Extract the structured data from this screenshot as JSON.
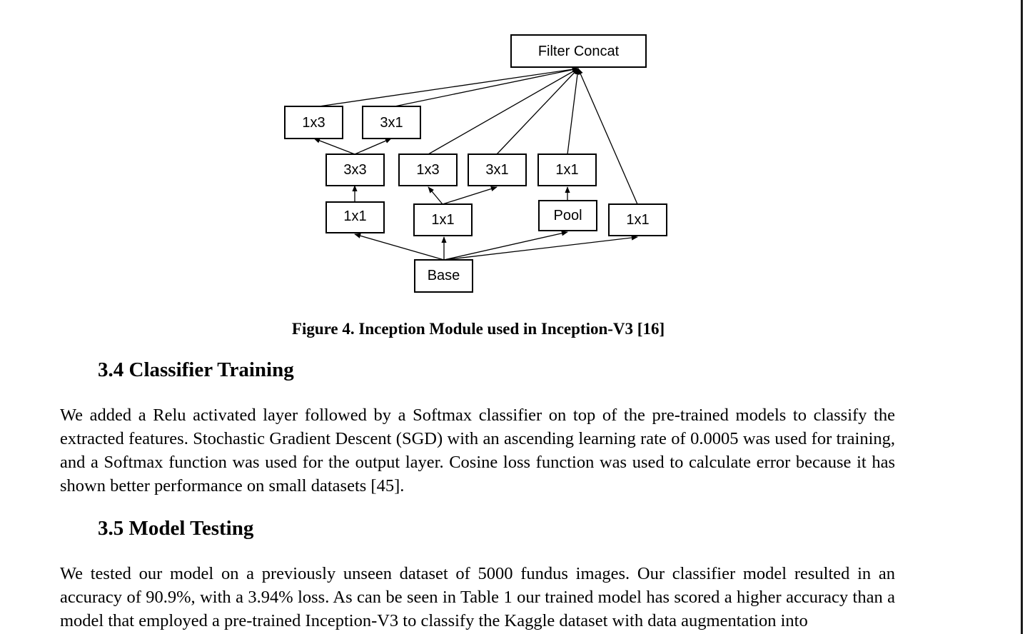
{
  "figure": {
    "nodes": {
      "filter_concat": "Filter Concat",
      "a_1x3": "1x3",
      "a_3x1": "3x1",
      "b_3x3": "3x3",
      "c_1x3": "1x3",
      "c_3x1": "3x1",
      "d_1x1": "1x1",
      "b_1x1": "1x1",
      "c_1x1": "1x1",
      "pool": "Pool",
      "e_1x1": "1x1",
      "base": "Base"
    },
    "caption": "Figure 4. Inception Module used in Inception-V3 [16]"
  },
  "section_3_4": {
    "heading": "3.4 Classifier Training",
    "body": "We added a Relu activated layer followed by a Softmax classifier on top of the pre-trained models to classify the extracted features. Stochastic Gradient Descent (SGD) with an ascending learning rate of 0.0005 was used for training, and a Softmax function was used for the output layer. Cosine loss function was used to calculate error because it has shown better performance on small datasets [45]."
  },
  "section_3_5": {
    "heading": "3.5 Model Testing",
    "body": "We tested our model on a previously unseen dataset of 5000 fundus images. Our classifier model resulted in an accuracy of 90.9%, with a 3.94% loss. As can be seen in Table 1 our trained model has scored a higher accuracy than a model that employed a pre-trained Inception-V3 to classify the Kaggle dataset with data augmentation into"
  }
}
